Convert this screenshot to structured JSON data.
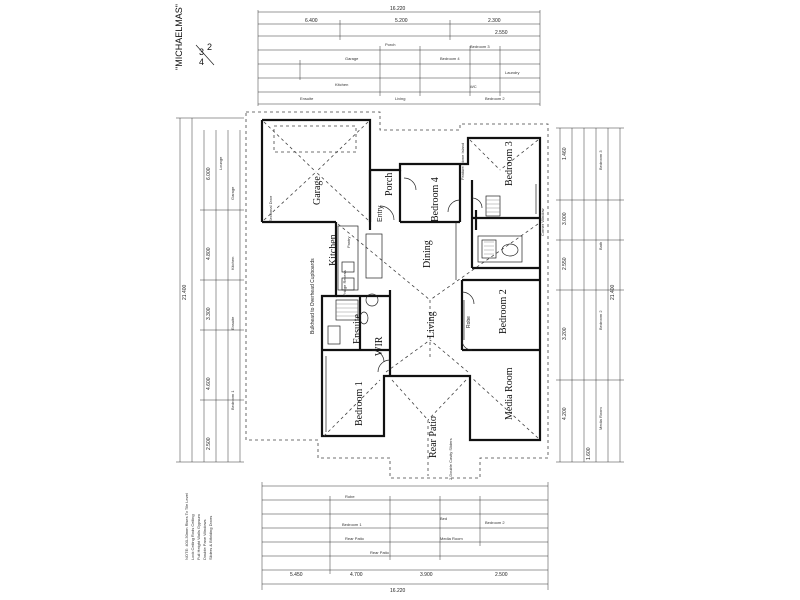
{
  "project": {
    "name": "\"MICHAELMAS\"",
    "page_mark": "4",
    "page_mark_sub": "3",
    "page_mark_total": "2"
  },
  "rooms": {
    "garage": "Garage",
    "porch": "Porch",
    "entry": "Entry",
    "bedroom4": "Bedroom 4",
    "bedroom3": "Bedroom 3",
    "bedroom2": "Bedroom 2",
    "bedroom1": "Bedroom 1",
    "kitchen": "Kitchen",
    "dining": "Dining",
    "living": "Living",
    "ensuite": "Ensuite",
    "wir": "WIR",
    "media": "Media Room",
    "rear_patio": "Rear Patio",
    "robe": "Robe"
  },
  "notes": {
    "bulkhead": "Bulkhead to Overhead Cupboards",
    "feature_stone": "Feature Stone Island",
    "pantry": "Pantry",
    "fridge": "Fridge Recess",
    "double_garage": "Sectional Door",
    "corner_window": "Corner Window",
    "double_doors": "2 Double Cavity Sliders"
  },
  "dimensions": {
    "overall_width": "16.220",
    "overall_depth": "21.400",
    "top_row": [
      "6.400",
      "5.200",
      "2.300",
      "2.550"
    ],
    "bottom_row": [
      "5.450",
      "4.700",
      "3.900",
      "2.500"
    ],
    "right_col": [
      "1.460",
      "3.000",
      "2.550",
      "3.200",
      "4.200",
      "1.600"
    ],
    "left_col": [
      "6.000",
      "4.800",
      "3.300",
      "4.600",
      "2.500"
    ]
  },
  "legend": {
    "line1": "NOTE: 400-30mm Rises To Tile Level",
    "line2": "Lock Ceiling Rods Ceiling",
    "line3": "Full Height Walls Gypsum",
    "line4": "Double Pane Windows",
    "line5": "Sliders & Bifolding Doors"
  }
}
